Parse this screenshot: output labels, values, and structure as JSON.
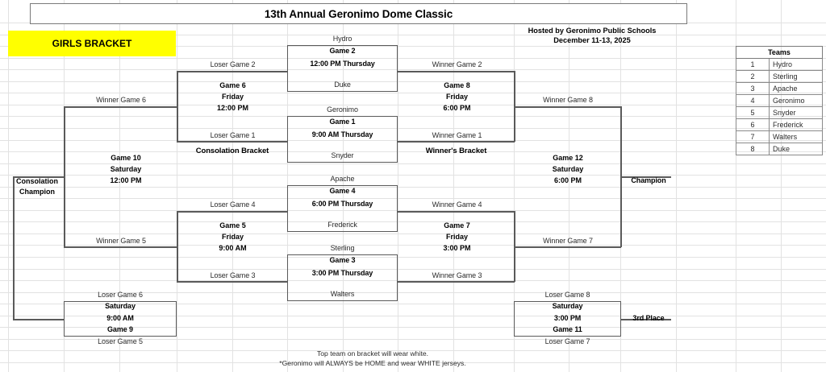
{
  "header": {
    "title": "13th Annual Geronimo Dome Classic",
    "host_line1": "Hosted by Geronimo Public Schools",
    "host_line2": "December 11-13, 2025",
    "banner": "GIRLS BRACKET"
  },
  "teams_table": {
    "header": "Teams",
    "rows": [
      {
        "seed": "1",
        "name": "Hydro"
      },
      {
        "seed": "2",
        "name": "Sterling"
      },
      {
        "seed": "3",
        "name": "Apache"
      },
      {
        "seed": "4",
        "name": "Geronimo"
      },
      {
        "seed": "5",
        "name": "Snyder"
      },
      {
        "seed": "6",
        "name": "Frederick"
      },
      {
        "seed": "7",
        "name": "Walters"
      },
      {
        "seed": "8",
        "name": "Duke"
      }
    ]
  },
  "labels": {
    "consolation_bracket": "Consolation Bracket",
    "winners_bracket": "Winner's Bracket",
    "consolation_champion_l1": "Consolation",
    "consolation_champion_l2": "Champion",
    "champion": "Champion",
    "third_place": "3rd Place"
  },
  "round1": {
    "game2": {
      "top_team": "Hydro",
      "bottom_team": "Duke",
      "name": "Game 2",
      "time": "12:00 PM Thursday"
    },
    "game1": {
      "top_team": "Geronimo",
      "bottom_team": "Snyder",
      "name": "Game 1",
      "time": "9:00 AM Thursday"
    },
    "game4": {
      "top_team": "Apache",
      "bottom_team": "Frederick",
      "name": "Game 4",
      "time": "6:00 PM Thursday"
    },
    "game3": {
      "top_team": "Sterling",
      "bottom_team": "Walters",
      "name": "Game 3",
      "time": "3:00 PM Thursday"
    }
  },
  "winners": {
    "game8": {
      "top_feed": "Winner Game 2",
      "bottom_feed": "Winner Game 1",
      "name": "Game 8",
      "day": "Friday",
      "time": "6:00 PM"
    },
    "game7": {
      "top_feed": "Winner Game 4",
      "bottom_feed": "Winner Game 3",
      "name": "Game 7",
      "day": "Friday",
      "time": "3:00 PM"
    },
    "game12": {
      "top_feed": "Winner Game 8",
      "bottom_feed": "Winner Game 7",
      "name": "Game 12",
      "day": "Saturday",
      "time": "6:00 PM"
    }
  },
  "consolation": {
    "game6": {
      "top_feed": "Loser Game 2",
      "bottom_feed": "Loser Game 1",
      "name": "Game 6",
      "day": "Friday",
      "time": "12:00 PM"
    },
    "game5": {
      "top_feed": "Loser Game 4",
      "bottom_feed": "Loser Game 3",
      "name": "Game 5",
      "day": "Friday",
      "time": "9:00 AM"
    },
    "game10": {
      "top_feed": "Winner Game 6",
      "bottom_feed": "Winner Game 5",
      "name": "Game 10",
      "day": "Saturday",
      "time": "12:00 PM"
    }
  },
  "placement": {
    "game9": {
      "top_feed": "Loser Game 6",
      "bottom_feed": "Loser Game 5",
      "day": "Saturday",
      "time": "9:00 AM",
      "name": "Game 9"
    },
    "game11": {
      "top_feed": "Loser Game 8",
      "bottom_feed": "Loser Game 7",
      "day": "Saturday",
      "time": "3:00 PM",
      "name": "Game 11"
    }
  },
  "footer": {
    "line1": "Top team on bracket will wear white.",
    "line2": "*Geronimo will ALWAYS be HOME and wear WHITE jerseys."
  }
}
